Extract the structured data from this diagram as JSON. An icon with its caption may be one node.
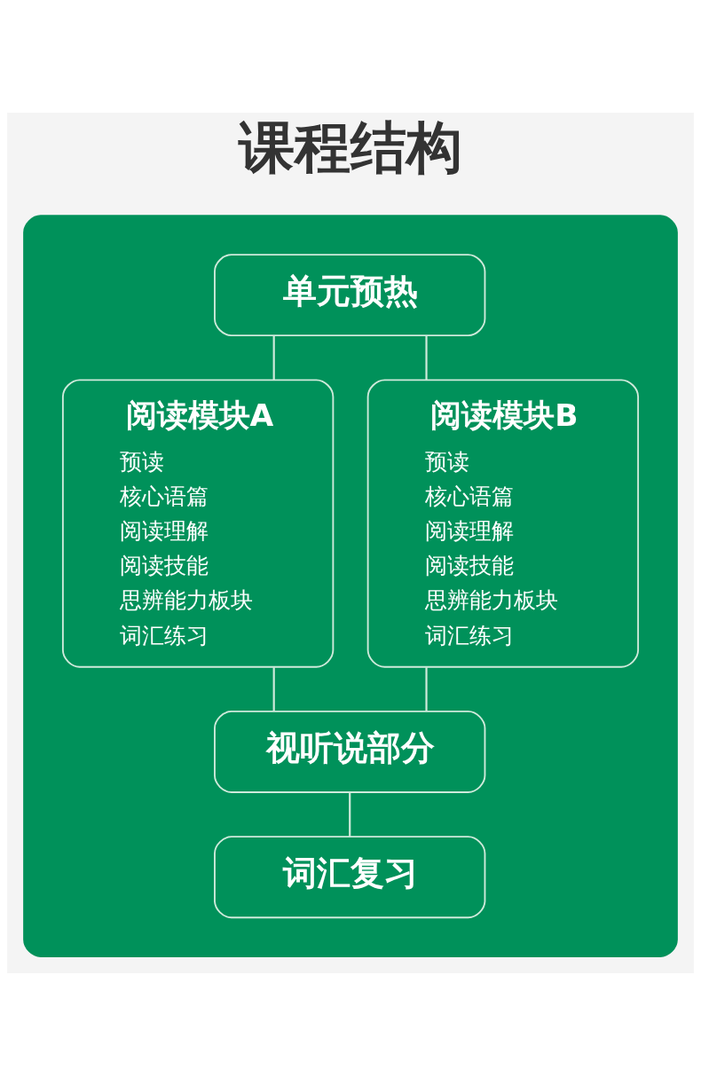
{
  "diagram": {
    "title": "课程结构",
    "nodes": [
      {
        "text": [],
        "shape": "box"
      },
      {
        "text": [
          "单元预热"
        ],
        "in": 0
      },
      {
        "text": [
          "阅读模块A",
          "预读",
          "核心语篇",
          "阅读理解",
          "阅读技能",
          "思辨能力板块",
          "词汇练习"
        ],
        "in": 0
      },
      {
        "text": [
          "阅读模块B",
          "预读",
          "核心语篇",
          "阅读理解",
          "阅读技能",
          "思辨能力板块",
          "词汇练习"
        ],
        "in": 0
      },
      {
        "text": [
          "视听说部分"
        ],
        "in": 0
      },
      {
        "text": [
          "词汇复习"
        ],
        "in": 0
      }
    ],
    "edges": [
      {
        "from": 1,
        "to": 2,
        "arrow": "none"
      },
      {
        "from": 1,
        "to": 3,
        "arrow": "none"
      },
      {
        "from": 2,
        "to": 4,
        "arrow": "none"
      },
      {
        "from": 3,
        "to": 4,
        "arrow": "none"
      },
      {
        "from": 4,
        "to": 5,
        "arrow": "none"
      }
    ]
  }
}
